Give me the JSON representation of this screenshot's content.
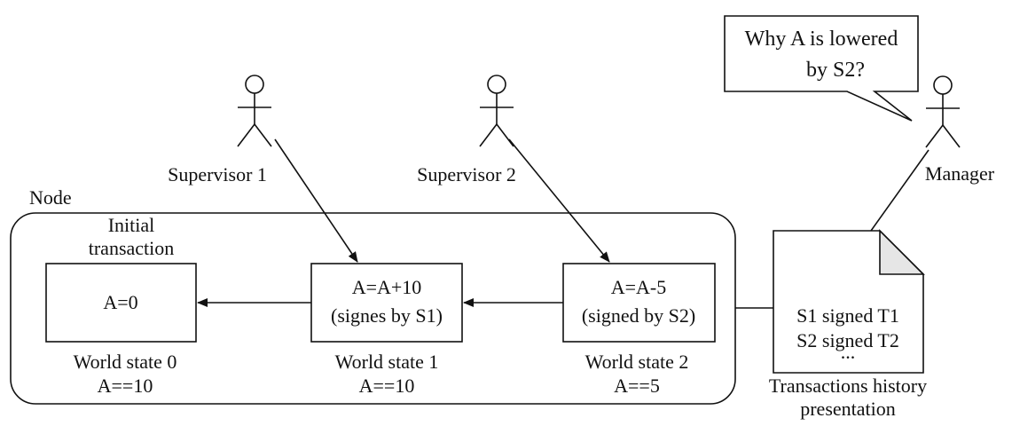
{
  "diagram": {
    "actors": {
      "supervisor1": "Supervisor 1",
      "supervisor2": "Supervisor 2",
      "manager": "Manager"
    },
    "speech_bubble": {
      "line1": "Why A is lowered",
      "line2": "by S2?"
    },
    "node_label": "Node",
    "initial_label": {
      "line1": "Initial",
      "line2": "transaction"
    },
    "blocks": [
      {
        "content_line1": "A=0",
        "content_line2": "",
        "state_line1": "World state 0",
        "state_line2": "A==10"
      },
      {
        "content_line1": "A=A+10",
        "content_line2": "(signes by S1)",
        "state_line1": "World state 1",
        "state_line2": "A==10"
      },
      {
        "content_line1": "A=A-5",
        "content_line2": "(signed by S2)",
        "state_line1": "World state 2",
        "state_line2": "A==5"
      }
    ],
    "document": {
      "line1": "S1 signed T1",
      "line2": "S2 signed T2",
      "line3": "...",
      "caption_line1": "Transactions history",
      "caption_line2": "presentation"
    },
    "colors": {
      "stroke": "#111111",
      "page_fold": "#e6e6e6",
      "background": "#ffffff"
    }
  }
}
